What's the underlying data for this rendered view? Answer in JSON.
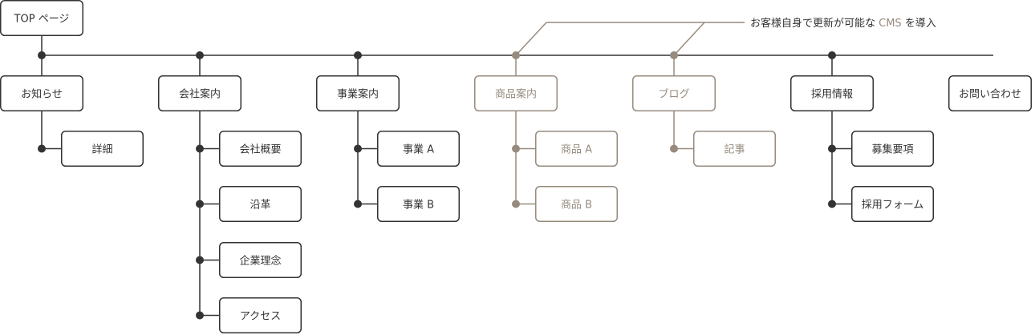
{
  "colors": {
    "default": "#333333",
    "cms": "#978b7e",
    "background": "#ffffff"
  },
  "root": {
    "label": "TOP ページ"
  },
  "note": {
    "prefix": "お客様自身で更新が可能な",
    "cms": "CMS",
    "suffix": "を導入"
  },
  "sections": [
    {
      "id": "news",
      "label": "お知らせ",
      "cms": false,
      "children": [
        "詳細"
      ]
    },
    {
      "id": "company",
      "label": "会社案内",
      "cms": false,
      "children": [
        "会社概要",
        "沿革",
        "企業理念",
        "アクセス"
      ]
    },
    {
      "id": "business",
      "label": "事業案内",
      "cms": false,
      "children": [
        "事業 A",
        "事業 B"
      ]
    },
    {
      "id": "products",
      "label": "商品案内",
      "cms": true,
      "children": [
        "商品 A",
        "商品 B"
      ]
    },
    {
      "id": "blog",
      "label": "ブログ",
      "cms": true,
      "children": [
        "記事"
      ]
    },
    {
      "id": "recruit",
      "label": "採用情報",
      "cms": false,
      "children": [
        "募集要項",
        "採用フォーム"
      ]
    },
    {
      "id": "contact",
      "label": "お問い合わせ",
      "cms": false,
      "children": []
    }
  ]
}
